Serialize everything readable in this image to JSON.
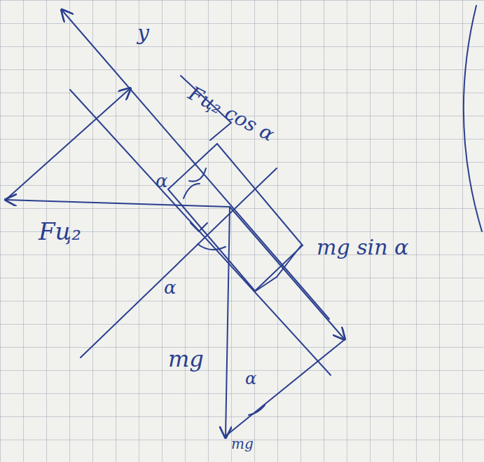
{
  "diagram": {
    "labels": [
      "y",
      "Fц₂ cos α",
      "α",
      "Fц₂",
      "mg sin α",
      "α",
      "mg",
      "α",
      "mg"
    ]
  }
}
